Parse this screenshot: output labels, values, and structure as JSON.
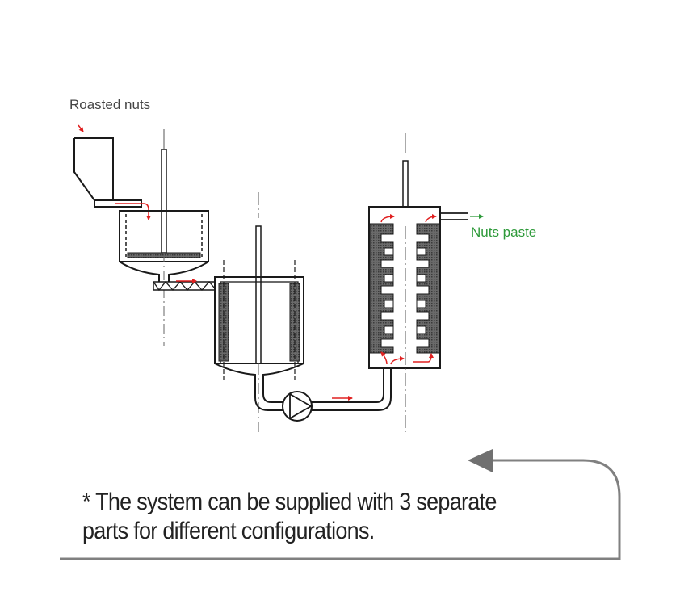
{
  "labels": {
    "input": "Roasted nuts",
    "output": "Nuts paste"
  },
  "note": {
    "line1": "* The system can be supplied with 3 separate",
    "line2": "parts for different configurations."
  },
  "colors": {
    "line": "#1a1a1a",
    "flow_arrow": "#e02020",
    "output_label": "#2e9a3a",
    "input_label": "#444444",
    "note_text": "#222222",
    "note_arrow": "#808080",
    "hatch": "#5a5a5a"
  },
  "components": [
    {
      "id": "hopper",
      "name": "Feed hopper"
    },
    {
      "id": "pre-grinder",
      "name": "Mixing vessel with stirrer"
    },
    {
      "id": "screw-conveyor",
      "name": "Screw conveyor"
    },
    {
      "id": "colloid-vessel",
      "name": "Grinding vessel"
    },
    {
      "id": "pump",
      "name": "Pump"
    },
    {
      "id": "mill",
      "name": "Fine mill"
    }
  ]
}
